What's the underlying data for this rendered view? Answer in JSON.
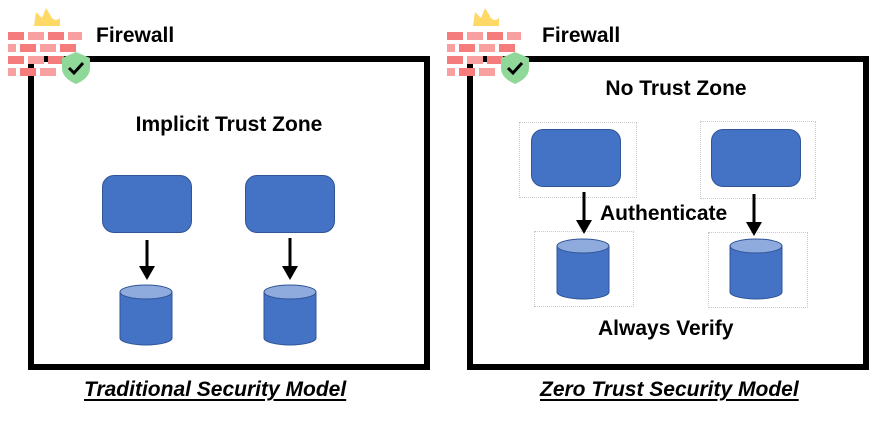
{
  "diagram": {
    "left": {
      "firewall_label": "Firewall",
      "zone_title": "Implicit Trust Zone",
      "caption": "Traditional Security Model"
    },
    "right": {
      "firewall_label": "Firewall",
      "zone_title": "No Trust Zone",
      "middle_label": "Authenticate",
      "bottom_label": "Always Verify",
      "caption": "Zero Trust Security Model"
    },
    "colors": {
      "server_fill": "#4472c4",
      "db_top": "#8faadc",
      "brick": "#f47c7c",
      "flame": "#ffd966",
      "shield": "#8fd89a"
    }
  }
}
